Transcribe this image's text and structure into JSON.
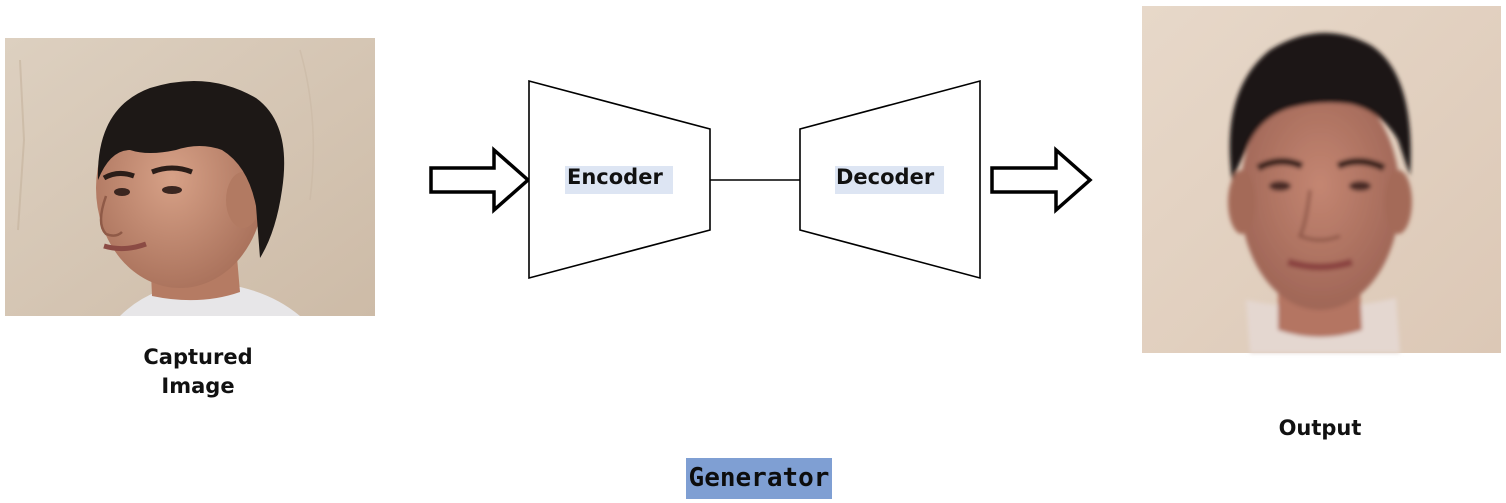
{
  "diagram": {
    "input_caption": "Captured\nImage",
    "encoder_label": "Encoder",
    "decoder_label": "Decoder",
    "output_caption": "Output",
    "generator_label": "Generator"
  },
  "colors": {
    "label_highlight": "#dde5f3",
    "generator_highlight": "#7f9fd3",
    "stroke": "#000000",
    "wall_background": "#d9c9b6",
    "skin": "#c98e74",
    "hair": "#1b1614"
  },
  "images": {
    "input": "face-photo-profile",
    "output": "face-photo-frontal-generated"
  }
}
